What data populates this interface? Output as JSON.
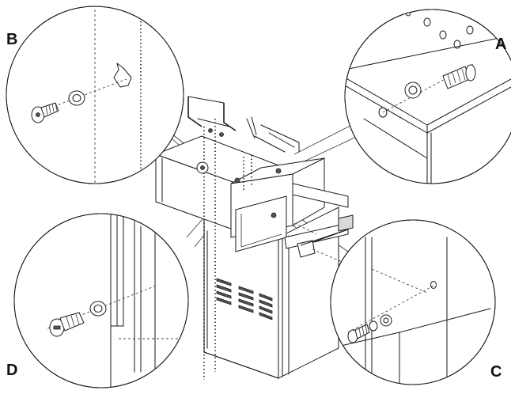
{
  "callouts": {
    "a": "A",
    "b": "B",
    "c": "C",
    "d": "D"
  },
  "colors": {
    "line": "#1a1a1a",
    "background": "#ffffff"
  },
  "icons": {
    "bolt": "bolt-icon",
    "washer": "washer-icon"
  }
}
